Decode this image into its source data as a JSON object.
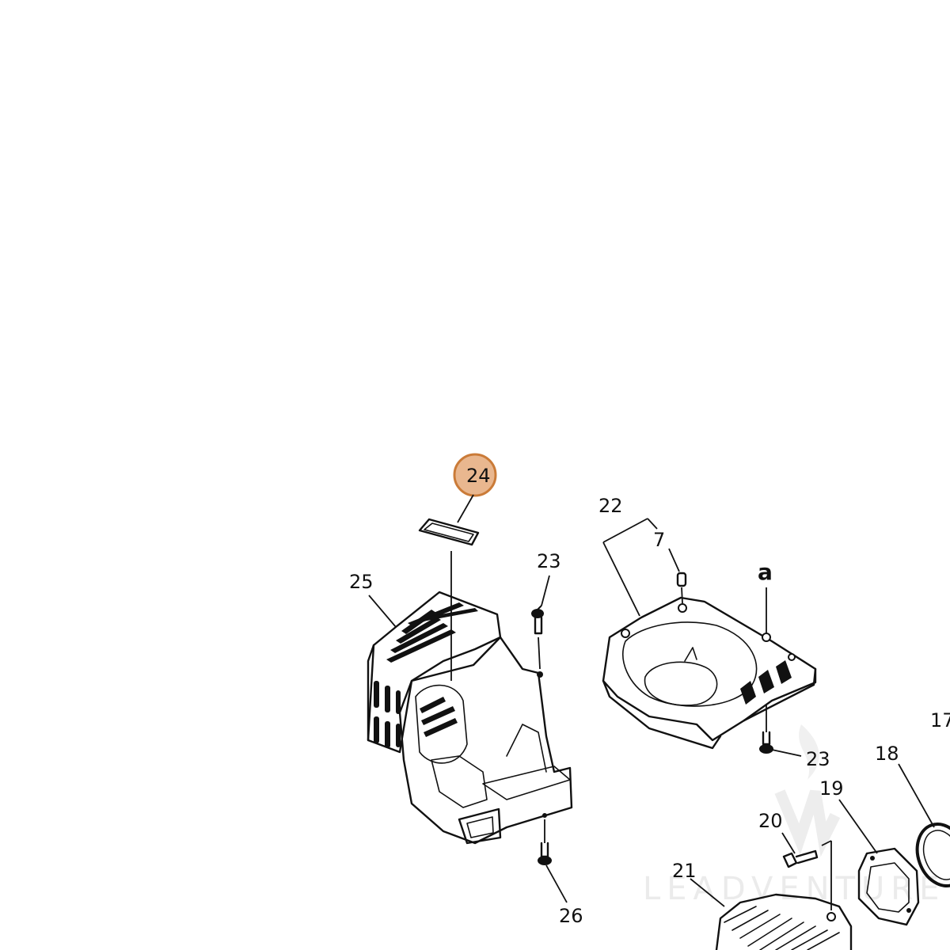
{
  "diagram": {
    "highlight_color": "#e8b48a",
    "highlight_stroke": "#c8742e",
    "callouts": {
      "c24": "24",
      "c25": "25",
      "c23a": "23",
      "c22": "22",
      "c7": "7",
      "ca": "a",
      "c23b": "23",
      "c17": "17",
      "c18": "18",
      "c19": "19",
      "c20": "20",
      "c21": "21",
      "c26": "26"
    },
    "watermark": "LEADVENTURE"
  }
}
